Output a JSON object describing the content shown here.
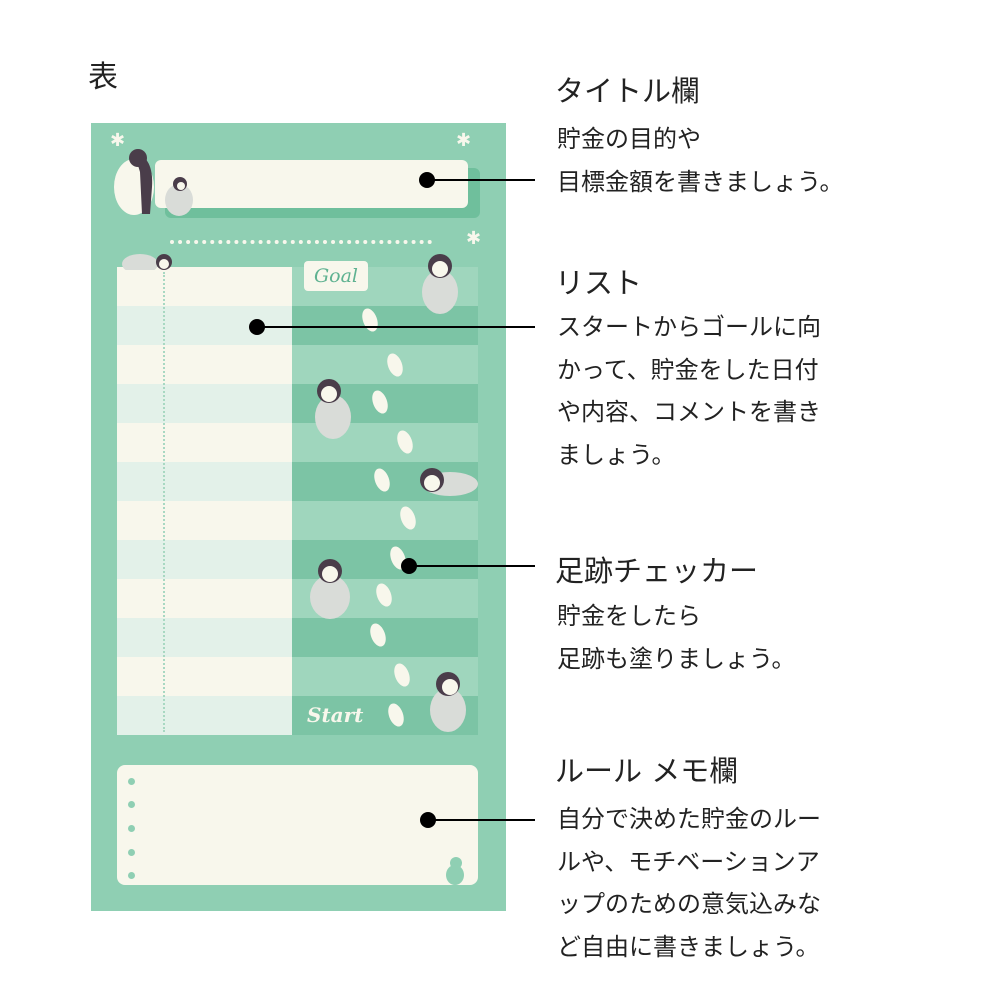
{
  "side_label": "表",
  "card": {
    "goal_label": "Goal",
    "start_label": "Start",
    "list_rows": 12
  },
  "annotations": [
    {
      "heading": "タイトル欄",
      "lines": [
        "貯金の目的や",
        "目標金額を書きましょう。"
      ]
    },
    {
      "heading": "リスト",
      "lines": [
        "スタートからゴールに向",
        "かって、貯金をした日付",
        "や内容、コメントを書き",
        "ましょう。"
      ]
    },
    {
      "heading": "足跡チェッカー",
      "lines": [
        "貯金をしたら",
        "足跡も塗りましょう。"
      ]
    },
    {
      "heading": "ルール メモ欄",
      "lines": [
        "自分で決めた貯金のルー",
        "ルや、モチベーションア",
        "ップのための意気込みな",
        "ど自由に書きましょう。"
      ]
    }
  ],
  "colors": {
    "card": "#8fcfb3",
    "paper": "#f8f7ec",
    "dark_stripe": "#7cc4a5"
  }
}
